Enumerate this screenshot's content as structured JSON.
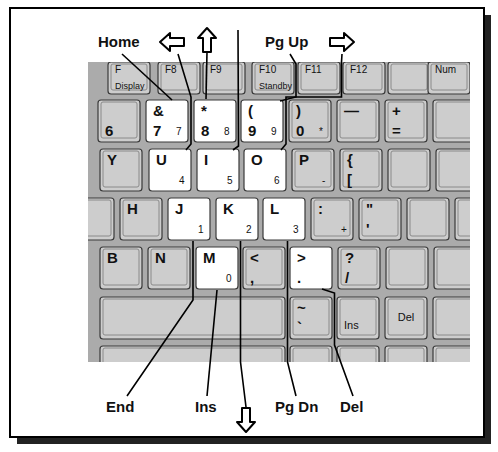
{
  "diagram": {
    "labels": [
      "Home",
      "Pg Up",
      "End",
      "Ins",
      "Pg Dn",
      "Del",
      "F",
      "Display",
      "F8",
      "F9",
      "F10",
      "Standby",
      "F11",
      "F12",
      "Num",
      "6",
      "&",
      "7",
      "7",
      "*",
      "8",
      "8",
      "(",
      "9",
      "9",
      ")",
      "0",
      "*",
      "—",
      "+",
      "=",
      "Y",
      "U",
      "4",
      "I",
      "5",
      "O",
      "6",
      "P",
      "-",
      "{",
      "[",
      "H",
      "J",
      "1",
      "K",
      "2",
      "L",
      "3",
      ":",
      "+",
      "\"",
      "'",
      "B",
      "N",
      "M",
      "0",
      "<",
      ",",
      ">",
      ".",
      "?",
      "/",
      "~",
      "`",
      "Ins",
      "Del"
    ]
  }
}
